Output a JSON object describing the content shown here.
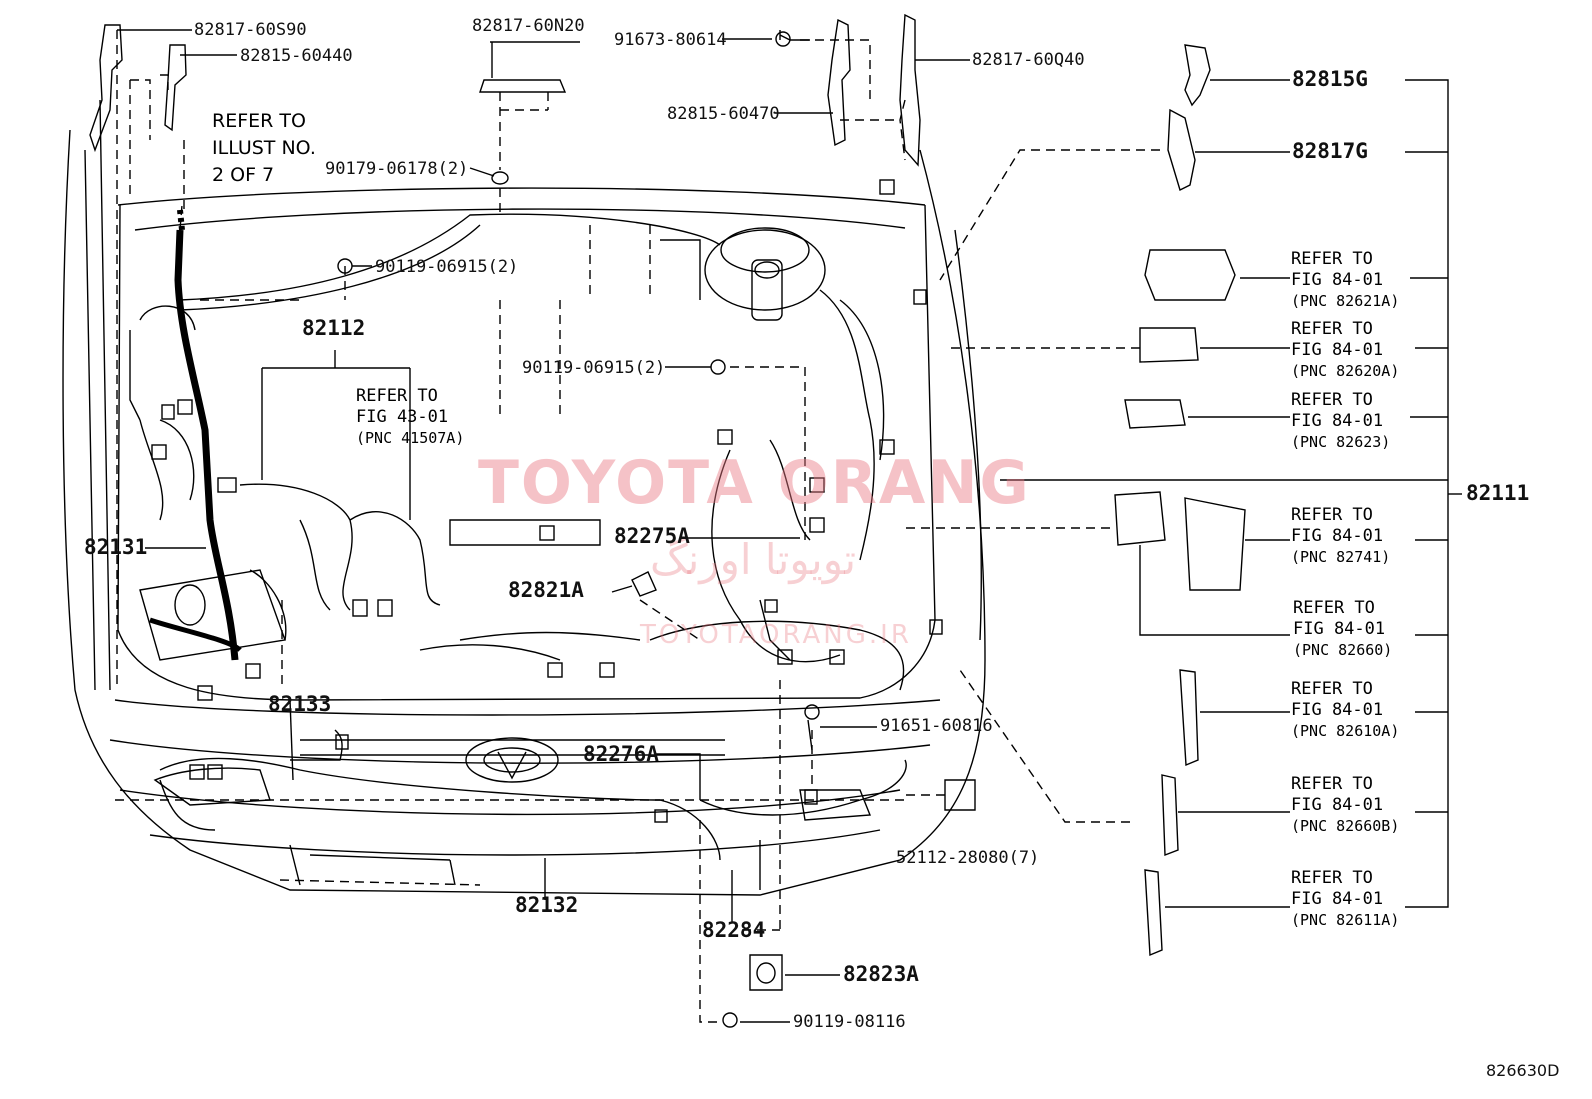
{
  "diagram_id": "826630D",
  "watermark": {
    "text": "TOYOTA ORANG",
    "arabic": "تويوتا اورنگ",
    "small": "TOYOTAORANG.IR"
  },
  "callouts": {
    "p82817_60S90": "82817-60S90",
    "p82815_60440": "82815-60440",
    "p82817_60N20": "82817-60N20",
    "p91673_80614": "91673-80614",
    "p82815_60470": "82815-60470",
    "p82817_60Q40": "82817-60Q40",
    "p90179_06178": "90179-06178(2)",
    "p90119_06915a": "90119-06915(2)",
    "p90119_06915b": "90119-06915(2)",
    "p82112": "82112",
    "p82131": "82131",
    "p82133": "82133",
    "p82132": "82132",
    "p82284": "82284",
    "p82275A": "82275A",
    "p82821A": "82821A",
    "p82276A": "82276A",
    "p91651_60816": "91651-60816",
    "p52112_28080": "52112-28080(7)",
    "p82823A": "82823A",
    "p90119_08116": "90119-08116",
    "p82815G": "82815G",
    "p82817G": "82817G",
    "p82111": "82111"
  },
  "refer_illust": [
    "REFER TO",
    "ILLUST NO.",
    "2 OF 7"
  ],
  "refer_fig43": [
    "REFER TO",
    "FIG 43-01",
    "(PNC 41507A)"
  ],
  "refs": [
    {
      "line1": "REFER TO",
      "line2": "FIG 84-01",
      "pnc": "(PNC 82621A)"
    },
    {
      "line1": "REFER TO",
      "line2": "FIG 84-01",
      "pnc": "(PNC 82620A)"
    },
    {
      "line1": "REFER TO",
      "line2": "FIG 84-01",
      "pnc": "(PNC 82623)"
    },
    {
      "line1": "REFER TO",
      "line2": "FIG 84-01",
      "pnc": "(PNC 82741)"
    },
    {
      "line1": "REFER TO",
      "line2": "FIG 84-01",
      "pnc": "(PNC 82660)"
    },
    {
      "line1": "REFER TO",
      "line2": "FIG 84-01",
      "pnc": "(PNC 82610A)"
    },
    {
      "line1": "REFER TO",
      "line2": "FIG 84-01",
      "pnc": "(PNC 82660B)"
    },
    {
      "line1": "REFER TO",
      "line2": "FIG 84-01",
      "pnc": "(PNC 82611A)"
    }
  ]
}
